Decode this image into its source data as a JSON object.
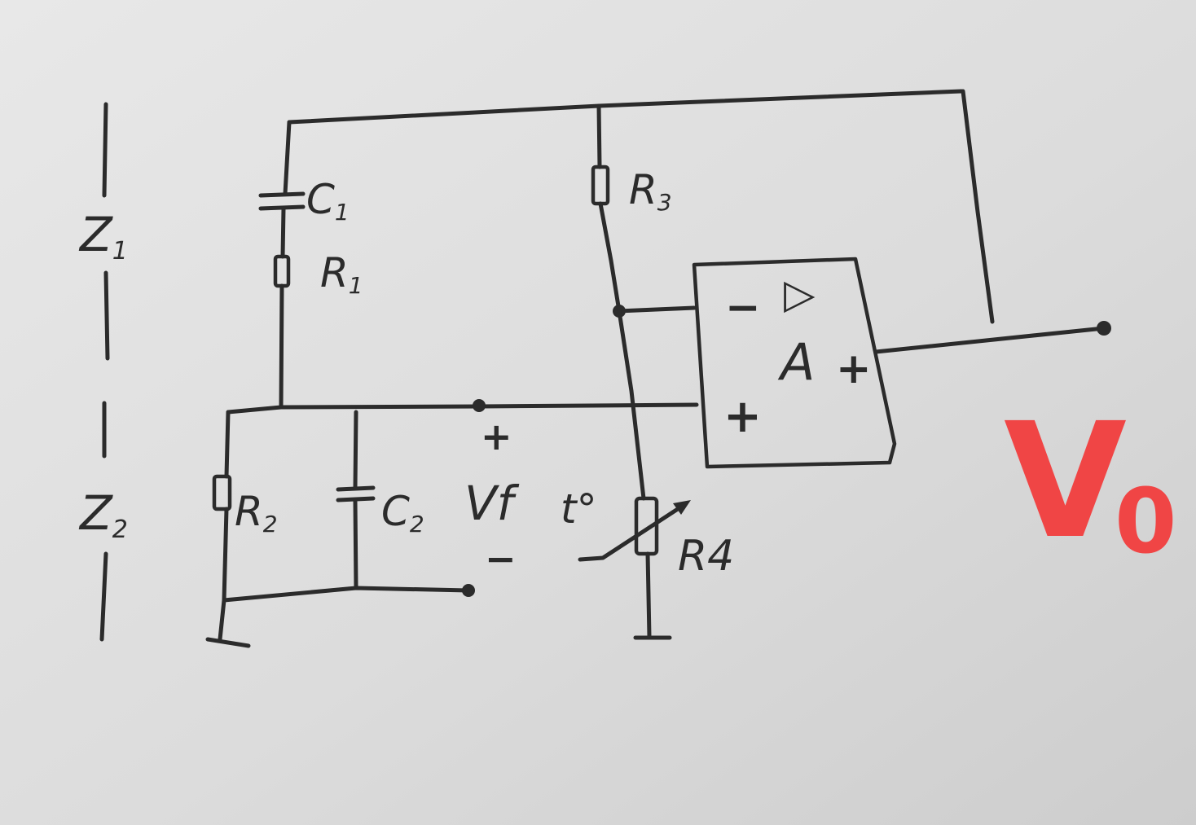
{
  "diagram": {
    "impedance_labels": {
      "z1": {
        "main": "Z",
        "sub": "1"
      },
      "z2": {
        "main": "Z",
        "sub": "2"
      }
    },
    "components": {
      "c1": {
        "main": "C",
        "sub": "1"
      },
      "r1": {
        "main": "R",
        "sub": "1"
      },
      "r2": {
        "main": "R",
        "sub": "2"
      },
      "c2": {
        "main": "C",
        "sub": "2"
      },
      "r3": {
        "main": "R",
        "sub": "3"
      },
      "r4": "R4",
      "thermistor_symbol": "t°"
    },
    "feedback_voltage": {
      "label": "Vf",
      "plus": "+",
      "minus": "−"
    },
    "op_amp": {
      "inverting": "−",
      "non_inverting": "+",
      "symbol": "▷",
      "gain": "A",
      "output_sign": "+"
    },
    "output": {
      "main": "V",
      "sub": "0"
    },
    "colors": {
      "ink": "#2b2b2b",
      "paper": "#dcdcdc",
      "output_label": "#f04545"
    }
  }
}
